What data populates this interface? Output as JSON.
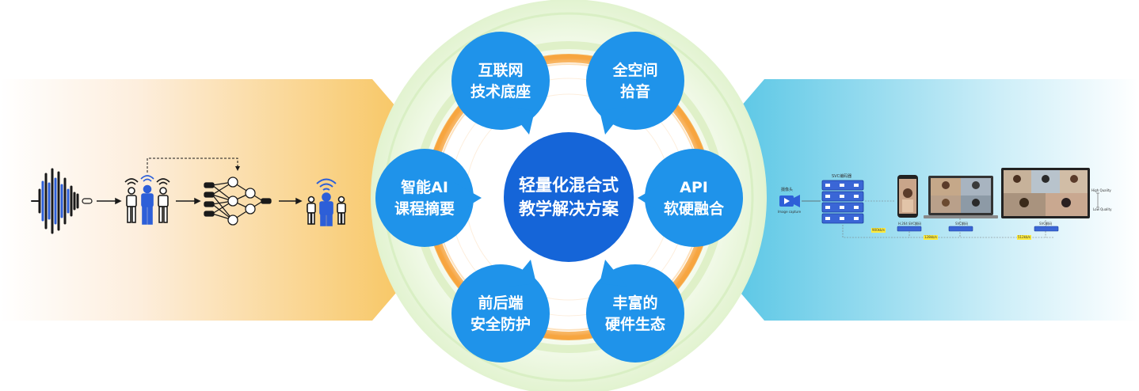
{
  "center": {
    "line1": "轻量化混合式",
    "line2": "教学解决方案"
  },
  "features": [
    {
      "line1": "互联网",
      "line2": "技术底座"
    },
    {
      "line1": "全空间",
      "line2": "拾音"
    },
    {
      "line1": "API",
      "line2": "软硬融合"
    },
    {
      "line1": "丰富的",
      "line2": "硬件生态"
    },
    {
      "line1": "前后端",
      "line2": "安全防护"
    },
    {
      "line1": "智能AI",
      "line2": "课程摘要"
    }
  ],
  "svc_diagram": {
    "camera_label": "摄像头",
    "camera_sub": "Image capture",
    "encoder_label": "SVC编码器",
    "rates": [
      "900kb/s",
      "128kb/s",
      "512kb/s"
    ],
    "decoders": [
      "H.264 SVC解码",
      "SVC解码",
      "SVC解码"
    ],
    "quality_high": "High Quality",
    "quality_low": "Low Quality"
  },
  "colors": {
    "left_band": "#f9c96a",
    "right_band": "#6ccfe8",
    "bubble": "#1e90e8",
    "center": "#1565d8",
    "ring_green": "#d8efc0",
    "ring_orange": "#f7a640"
  }
}
